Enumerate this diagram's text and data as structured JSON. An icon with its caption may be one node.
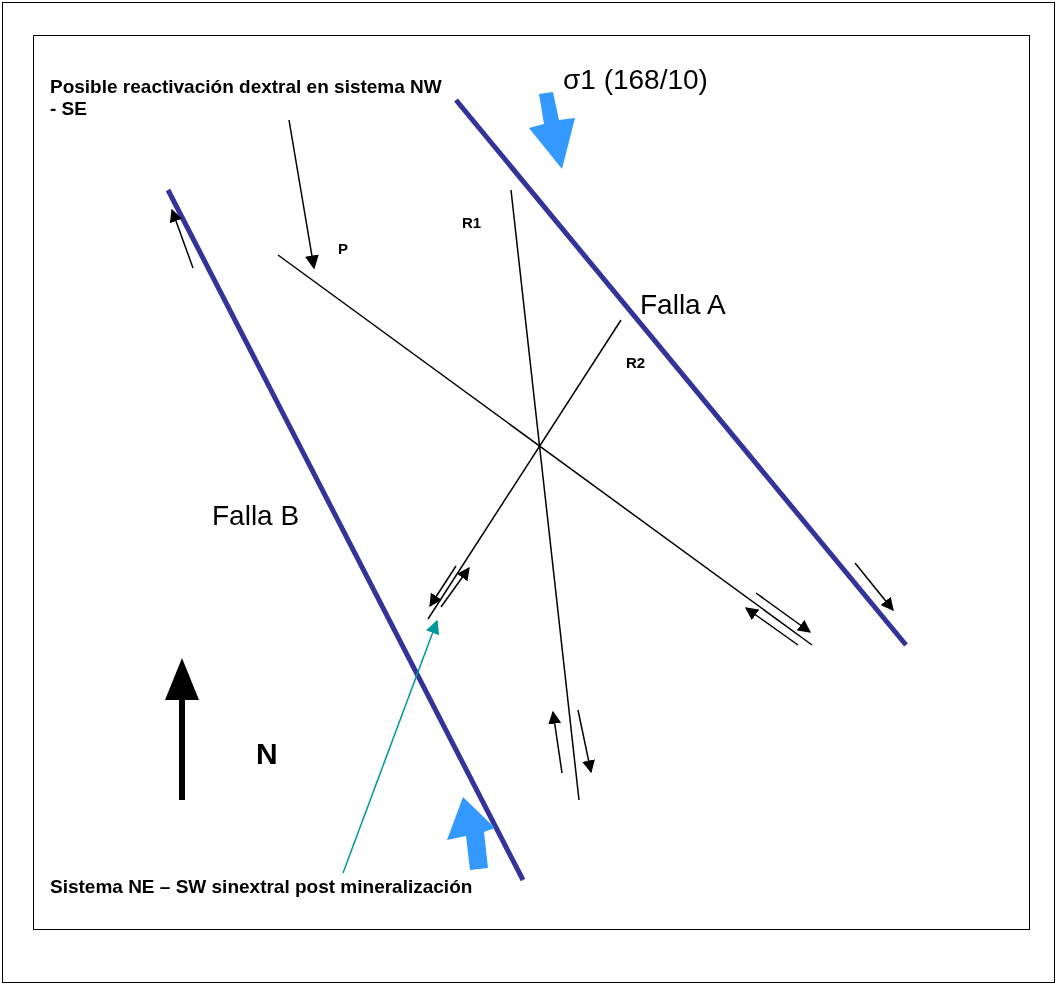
{
  "diagram": {
    "nodes": [
      {
        "text": [
          "Posible reactivación dextral en sistema NW - SE"
        ]
      },
      {
        "text": [
          "Sistema NE – SW sinextral post mineralización"
        ]
      }
    ],
    "edges": [
      {
        "from": 0,
        "to": null,
        "arrow": "to"
      },
      {
        "from": 1,
        "to": null,
        "arrow": "to",
        "color": "#009999"
      }
    ],
    "labels": [
      "σ1 (168/10)",
      "R1",
      "P",
      "Falla A",
      "R2",
      "Falla B",
      "N"
    ]
  }
}
